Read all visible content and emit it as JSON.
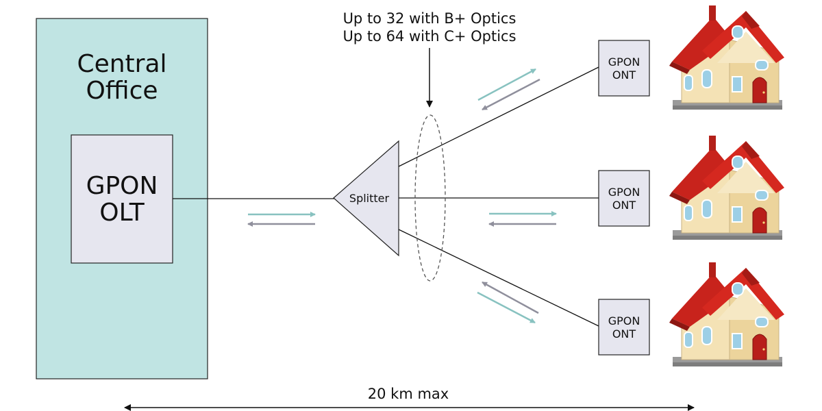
{
  "central_office": {
    "title_lines": [
      "Central",
      "Office"
    ],
    "olt_lines": [
      "GPON",
      "OLT"
    ]
  },
  "splitter": {
    "label": "Splitter"
  },
  "optics_note": {
    "lines": [
      "Up to 32 with B+ Optics",
      "Up to 64 with C+ Optics"
    ]
  },
  "onts": [
    {
      "lines": [
        "GPON",
        "ONT"
      ]
    },
    {
      "lines": [
        "GPON",
        "ONT"
      ]
    },
    {
      "lines": [
        "GPON",
        "ONT"
      ]
    }
  ],
  "distance": {
    "label": "20 km max"
  },
  "colors": {
    "office_fill": "#c0e4e3",
    "box_fill": "#e6e6ef",
    "arrow_teal": "#88c2c0",
    "arrow_gray": "#8f8f9c",
    "roof_red": "#c8231c",
    "wall_cream": "#f4e2b5",
    "door_red": "#b81f1a",
    "window_blue": "#9ccfe6"
  }
}
